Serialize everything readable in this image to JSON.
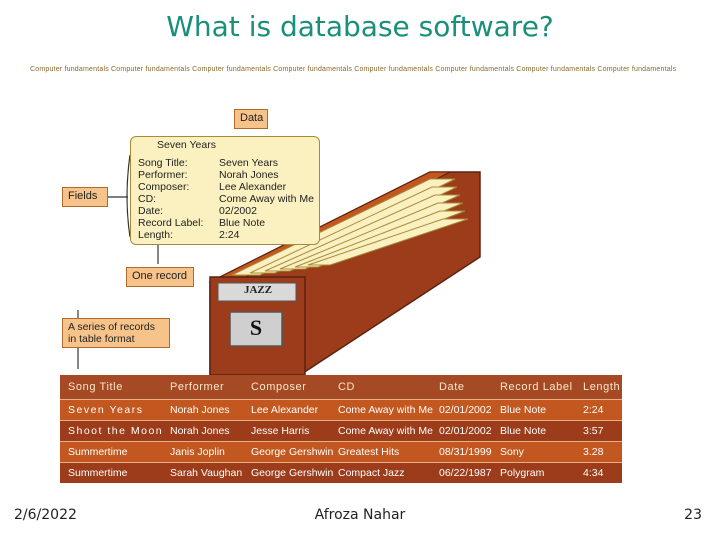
{
  "slide": {
    "title": "What is database software?",
    "ticker": "Computer fundamentals Computer fundamentals Computer fundamentals Computer fundamentals Computer fundamentals Computer fundamentals Computer fundamentals Computer fundamentals"
  },
  "figure": {
    "callouts": {
      "data": "Data",
      "fields": "Fields",
      "one_record": "One record",
      "series": "A series of records in table format"
    },
    "card": {
      "header": "Seven Years",
      "rows": [
        {
          "label": "Song Title:",
          "value": "Seven Years"
        },
        {
          "label": "Performer:",
          "value": "Norah Jones"
        },
        {
          "label": "Composer:",
          "value": "Lee Alexander"
        },
        {
          "label": "CD:",
          "value": "Come Away with Me"
        },
        {
          "label": "Date:",
          "value": "02/2002"
        },
        {
          "label": "Record Label:",
          "value": "Blue Note"
        },
        {
          "label": "Length:",
          "value": "2:24"
        }
      ]
    },
    "drawer_labels": {
      "jazz": "JAZZ",
      "s": "S"
    },
    "table": {
      "headers": [
        "Song Title",
        "Performer",
        "Composer",
        "CD",
        "Date",
        "Record Label",
        "Length"
      ],
      "rows": [
        [
          "Seven Years",
          "Norah Jones",
          "Lee Alexander",
          "Come Away with Me",
          "02/01/2002",
          "Blue Note",
          "2:24"
        ],
        [
          "Shoot the Moon",
          "Norah Jones",
          "Jesse Harris",
          "Come Away with Me",
          "02/01/2002",
          "Blue Note",
          "3:57"
        ],
        [
          "Summertime",
          "Janis Joplin",
          "George Gershwin",
          "Greatest Hits",
          "08/31/1999",
          "Sony",
          "3.28"
        ],
        [
          "Summertime",
          "Sarah Vaughan",
          "George Gershwin",
          "Compact Jazz",
          "06/22/1987",
          "Polygram",
          "4:34"
        ]
      ]
    },
    "colors": {
      "table_header": "#a64a25",
      "row_light": "#c2581f",
      "row_dark": "#9c3c1a",
      "callout": "#f6c38a",
      "card": "#fbf1c0",
      "title": "#1a8f7a"
    }
  },
  "footer": {
    "date": "2/6/2022",
    "author": "Afroza Nahar",
    "page": "23"
  }
}
